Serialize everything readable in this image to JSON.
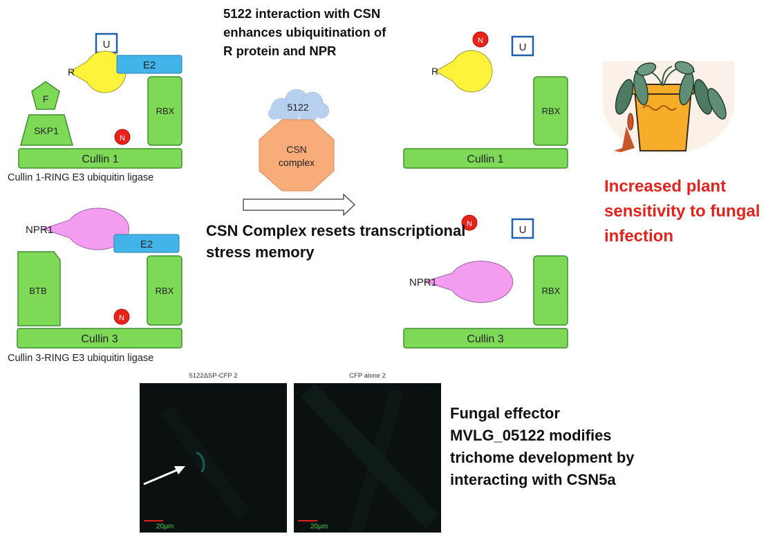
{
  "texts": {
    "top_title": "5122 interaction with CSN enhances ubiquitination of R protein and NPR",
    "mid_title": "CSN Complex resets transcriptional stress memory",
    "right_title": "Increased plant sensitivity to fungal infection",
    "bottom_title": "Fungal effector MVLG_05122 modifies trichome development by interacting with CSN5a"
  },
  "captions": {
    "cullin1_complex": "Cullin 1-RING E3 ubiquitin ligase",
    "cullin3_complex": "Cullin 3-RING E3 ubiquitin ligase"
  },
  "labels": {
    "u": "U",
    "n": "N",
    "r": "R",
    "e2": "E2",
    "rbx": "RBX",
    "f": "F",
    "skp1": "SKP1",
    "cullin1": "Cullin 1",
    "npr1": "NPR1",
    "btb": "BTB",
    "cullin3": "Cullin 3",
    "effector": "5122",
    "csn_line1": "CSN",
    "csn_line2": "complex"
  },
  "micrographs": {
    "left_title": "5122ΔSP-CFP 2",
    "right_title": "CFP alone 2",
    "scale_label": "20µm"
  },
  "colors": {
    "green_fill": "#7ed957",
    "green_stroke": "#3e8e2f",
    "blue_fill": "#42b4ea",
    "yellow_fill": "#fff23a",
    "pink_fill": "#f39cf0",
    "red_badge": "#e8231a",
    "u_border": "#1d5fa8",
    "cloud_fill": "#b6d0ee",
    "octagon_fill": "#f8ac7a",
    "highlight_red": "#e0231d"
  },
  "icons": [
    "wilted-plant-icon",
    "arrow-right-icon",
    "white-arrow-icon"
  ]
}
